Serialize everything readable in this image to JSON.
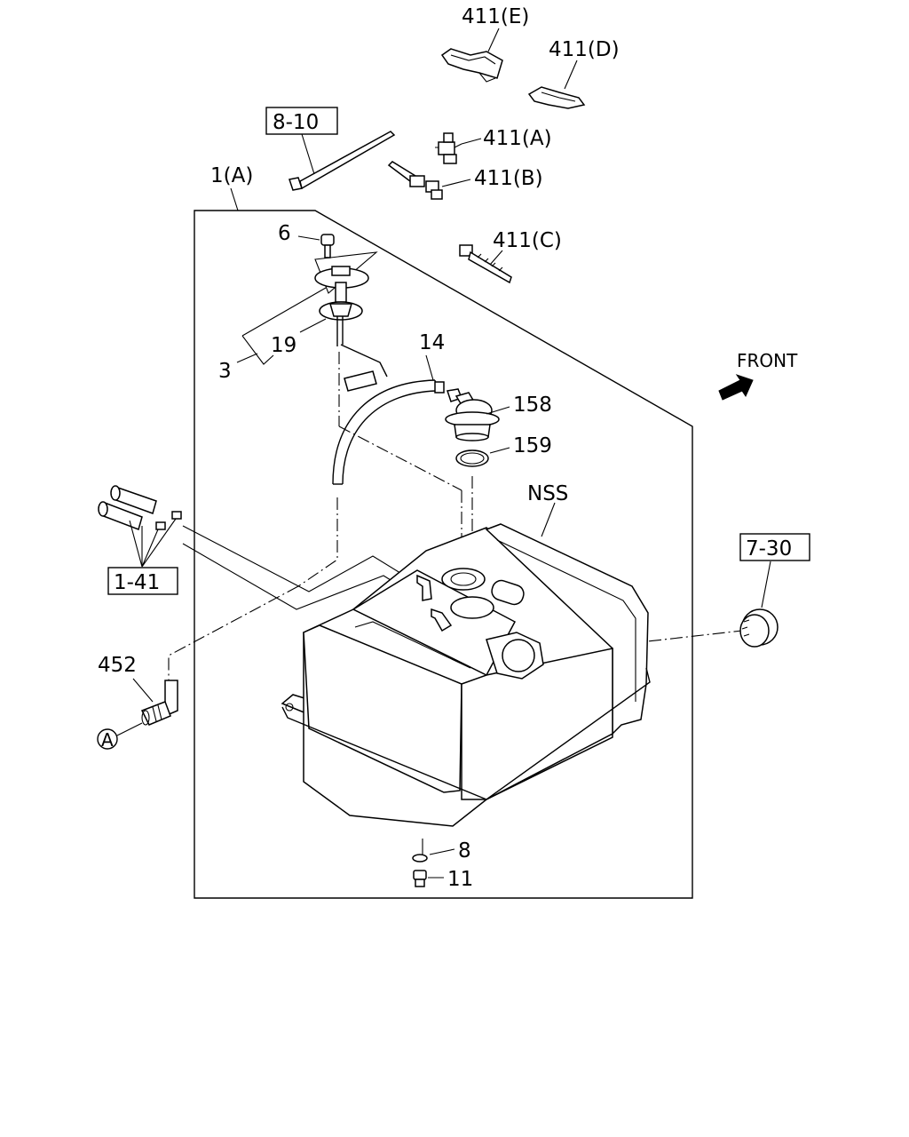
{
  "diagram": {
    "labels": {
      "p411e": "411(E)",
      "p411d": "411(D)",
      "p411a": "411(A)",
      "p411b": "411(B)",
      "p411c": "411(C)",
      "p810": "8-10",
      "p1a": "1(A)",
      "p6": "6",
      "p19": "19",
      "p3": "3",
      "p14": "14",
      "p158": "158",
      "p159": "159",
      "front": "FRONT",
      "nss": "NSS",
      "p141": "1-41",
      "p730": "7-30",
      "p452": "452",
      "pA": "A",
      "p8": "8",
      "p11": "11"
    }
  }
}
